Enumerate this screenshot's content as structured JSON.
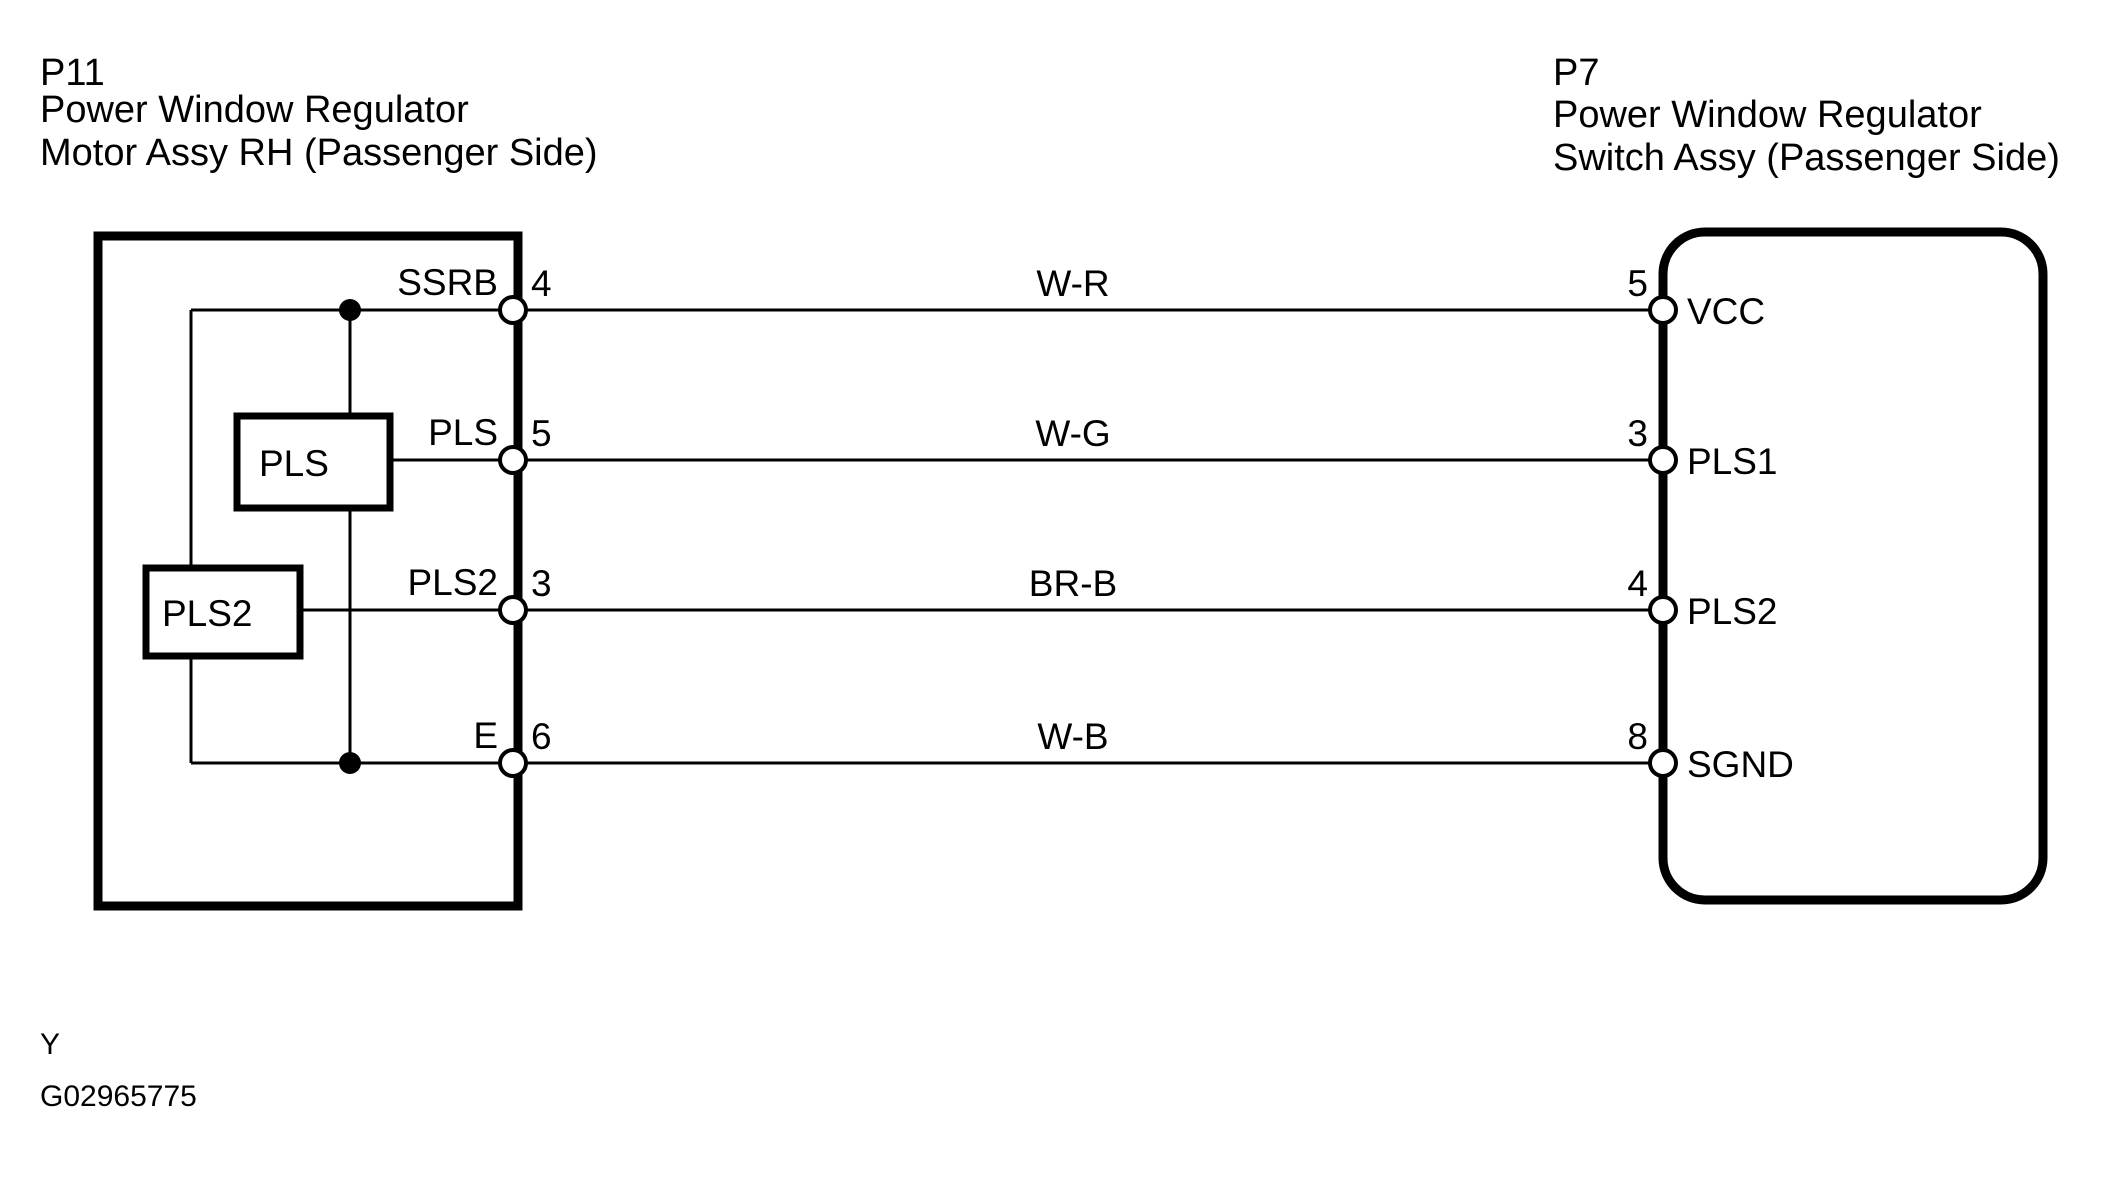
{
  "diagram": {
    "title_left": {
      "code": "P11",
      "line1": "Power Window Regulator",
      "line2": "Motor Assy RH (Passenger Side)"
    },
    "title_right": {
      "code": "P7",
      "line1": "Power Window Regulator",
      "line2": "Switch Assy (Passenger Side)"
    },
    "components": [
      {
        "label": "PLS",
        "name": "pls-sensor-box"
      },
      {
        "label": "PLS2",
        "name": "pls2-sensor-box"
      }
    ],
    "connections": [
      {
        "left_signal": "SSRB",
        "left_pin": "4",
        "wire_color": "W-R",
        "right_pin": "5",
        "right_signal": "VCC"
      },
      {
        "left_signal": "PLS",
        "left_pin": "5",
        "wire_color": "W-G",
        "right_pin": "3",
        "right_signal": "PLS1"
      },
      {
        "left_signal": "PLS2",
        "left_pin": "3",
        "wire_color": "BR-B",
        "right_pin": "4",
        "right_signal": "PLS2"
      },
      {
        "left_signal": "E",
        "left_pin": "6",
        "wire_color": "W-B",
        "right_pin": "8",
        "right_signal": "SGND"
      }
    ],
    "footer": {
      "revision": "Y",
      "figure_id": "G02965775"
    },
    "colors": {
      "line": "#000000",
      "background": "#ffffff"
    }
  }
}
